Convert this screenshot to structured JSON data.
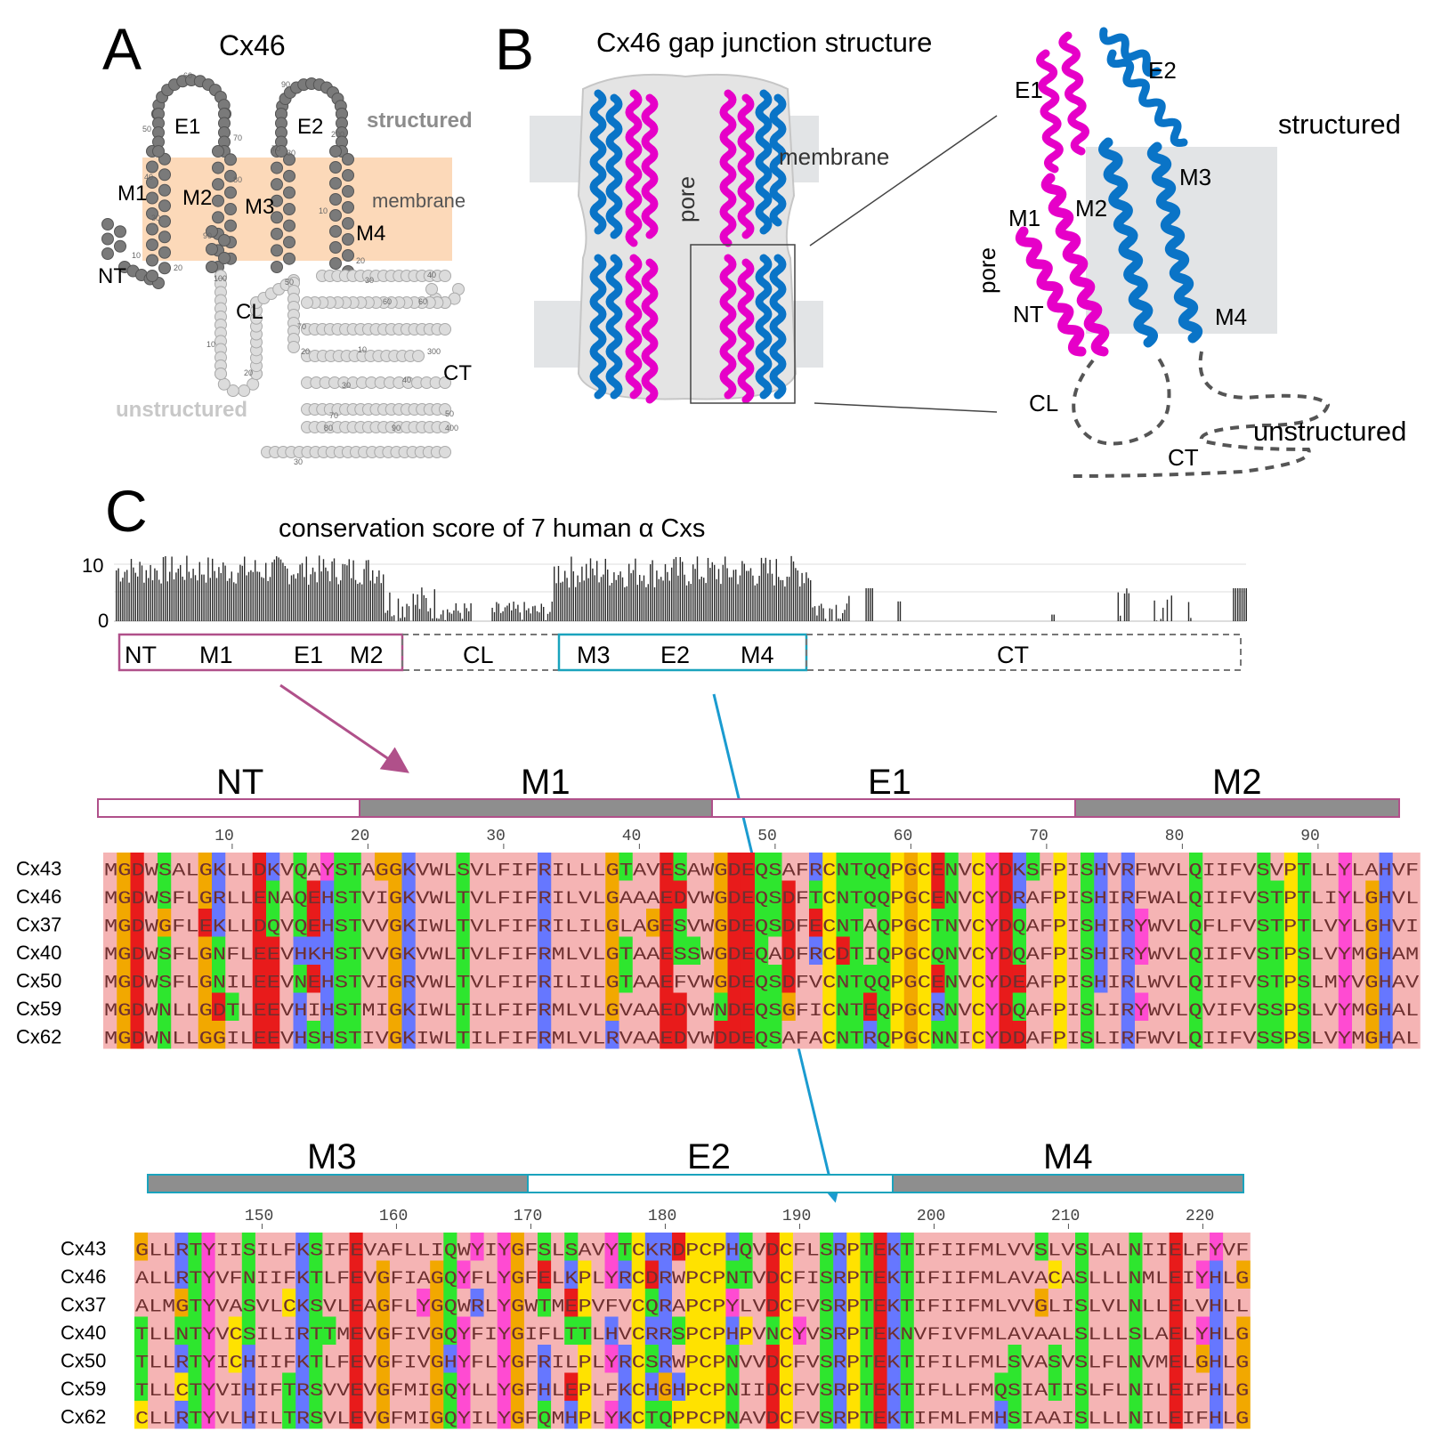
{
  "panelA": {
    "letter": "A",
    "title": "Cx46",
    "structured": "structured",
    "membrane": "membrane",
    "unstructured": "unstructured",
    "labels": {
      "E1": "E1",
      "E2": "E2",
      "M1": "M1",
      "M2": "M2",
      "M3": "M3",
      "M4": "M4",
      "NT": "NT",
      "CL": "CL",
      "CT": "CT"
    },
    "residue_numbers": [
      "60",
      "50",
      "70",
      "40",
      "30",
      "80",
      "90",
      "100",
      "10",
      "20",
      "90",
      "200",
      "80",
      "70",
      "10",
      "20",
      "30",
      "40",
      "50",
      "60",
      "70",
      "20",
      "10",
      "30",
      "40",
      "50",
      "60",
      "300",
      "70",
      "80",
      "90",
      "400",
      "10",
      "20",
      "30"
    ]
  },
  "panelB": {
    "letter": "B",
    "title": "Cx46 gap junction structure",
    "pore": "pore",
    "membrane": "membrane",
    "structured": "structured",
    "unstructured": "unstructured",
    "labels": {
      "E1": "E1",
      "E2": "E2",
      "M1": "M1",
      "M2": "M2",
      "M3": "M3",
      "M4": "M4",
      "NT": "NT",
      "CL": "CL",
      "CT": "CT"
    }
  },
  "panelC": {
    "letter": "C",
    "chart_title": "conservation score of 7 human α Cxs",
    "yticks": [
      "10",
      "0"
    ],
    "regions": [
      "NT",
      "M1",
      "E1",
      "M2",
      "CL",
      "M3",
      "E2",
      "M4",
      "CT"
    ],
    "block1": {
      "domains": [
        "NT",
        "M1",
        "E1",
        "M2"
      ],
      "ticks": [
        "10",
        "20",
        "30",
        "40",
        "50",
        "60",
        "70",
        "80",
        "90"
      ],
      "rows": [
        {
          "name": "Cx43",
          "seq": "MGDWSALGKLLDKVQAYSTAGGKVWLSVLFIFRILLLGTAVESAWGDEQSAFRCNTQQPGCENVCYDKSFPISHVRFWVLQIIFVSVPTLLYLAHVF"
        },
        {
          "name": "Cx46",
          "seq": "MGDWSFLGRLLENAQEHSTVIGKVWLTVLFIFRILVLGAAAEDVWGDEQSDFTCNTQQPGCENVCYDRAFPISHIRFWALQIIFVSTPTLIYLGHVL"
        },
        {
          "name": "Cx37",
          "seq": "MGDWGFLEKLLDQVQEHSTVVGKIWLTVLFIFRILILGLAGESVWGDEQSDFECNTAQPGCTNVCYDQAFPISHIRYWVLQFLFVSTPTLVYLGHVI"
        },
        {
          "name": "Cx40",
          "seq": "MGDWSFLGNFLEEVHKHSTVVGKVWLTVLFIFRMLVLGTAAESSWGDEQADFRCDTIQPGCQNVCYDQAFPISHIRYWVLQIIFVSTPSLVYMGHAM"
        },
        {
          "name": "Cx50",
          "seq": "MGDWSFLGNILEEVNEHSTVIGRVWLTVLFIFRILILGTAAEFVWGDEQSDFVCNTQQPGCENVCYDEAFPISHIRLWVLQIIFVSTPSLMYVGHAV"
        },
        {
          "name": "Cx59",
          "seq": "MGDWNLLGDTLEEVHIHSTMIGKIWLTILFIFRMLVLGVAAEDVWNDEQSGFICNTEQPGCRNVCYDQAFPISLIRYWVLQVIFVSSPSLVYMGHAL"
        },
        {
          "name": "Cx62",
          "seq": "MGDWNLLGGILEEVHSHSTIVGKIWLTILFIFRMLVLRVAAEDVWDDEQSAFACNTRQPGCNNICYDDAFPISLIRFWVLQIIFVSSPSLVYMGHAL"
        }
      ]
    },
    "block2": {
      "domains": [
        "M3",
        "E2",
        "M4"
      ],
      "ticks": [
        "150",
        "160",
        "170",
        "180",
        "190",
        "200",
        "210",
        "220"
      ],
      "rows": [
        {
          "name": "Cx43",
          "seq": "GLLRTYIISILFKSIFEVAFLLIQWYIYGFSLSAVYTCKRDPCPHQVDCFLSRPTEKTIFIIFMLVVSLVSLALNIIELFYVF"
        },
        {
          "name": "Cx46",
          "seq": "ALLRTYVFNIIFKTLFEVGFIAGQYFLYGFELKPLYRCDRWPCPNTVDCFISRPTEKTIFIIFMLAVACASLLLNMLEIYHLG"
        },
        {
          "name": "Cx37",
          "seq": "ALMGTYVASVLCKSVLEAGFLYGQWRLYGWTMEPVFVCQRAPCPYLVDCFVSRPTEKTIFIIFMLVVGLISLVLNLLELVHLL"
        },
        {
          "name": "Cx40",
          "seq": "TLLNTYVCSILIRTTMEVGFIVGQYFIYGIFLTTLHVCRRSPCPHPVNCYVSRPTEKNVFIVFMLAVAALSLLLSLAELYHLG"
        },
        {
          "name": "Cx50",
          "seq": "TLLRTYICHIIFKTLFEVGFIVGHYFLYGFRILPLYRCSRWPCPNVVDCFVSRPTEKTIFILFMLSVASVSLFLNVMELGHLG"
        },
        {
          "name": "Cx59",
          "seq": "TLLCTYVIHIFTRSVVEVGFMIGQYLLYGFHLEPLFKCHGHPCPNIIDCFVSRPTEKTIFLLFMQSIATISLFLNILEIFHLG"
        },
        {
          "name": "Cx62",
          "seq": "CLLRTYVLHILTRSVLEVGFMIGQYILYGFQMHPLYKCTQPPCPNAVDCFVSRPTEKTIFMLFMHSIAAISLLLNILEIFHLG"
        }
      ]
    }
  },
  "colors": {
    "magenta": "#e600c8",
    "blue": "#0a74c7",
    "region_magenta": "#b0508a",
    "region_teal": "#1aa3bd",
    "membrane_band": "#fbd2ad",
    "gray_band": "#e2e4e6",
    "alignment_pink": "#f5b4b4"
  }
}
